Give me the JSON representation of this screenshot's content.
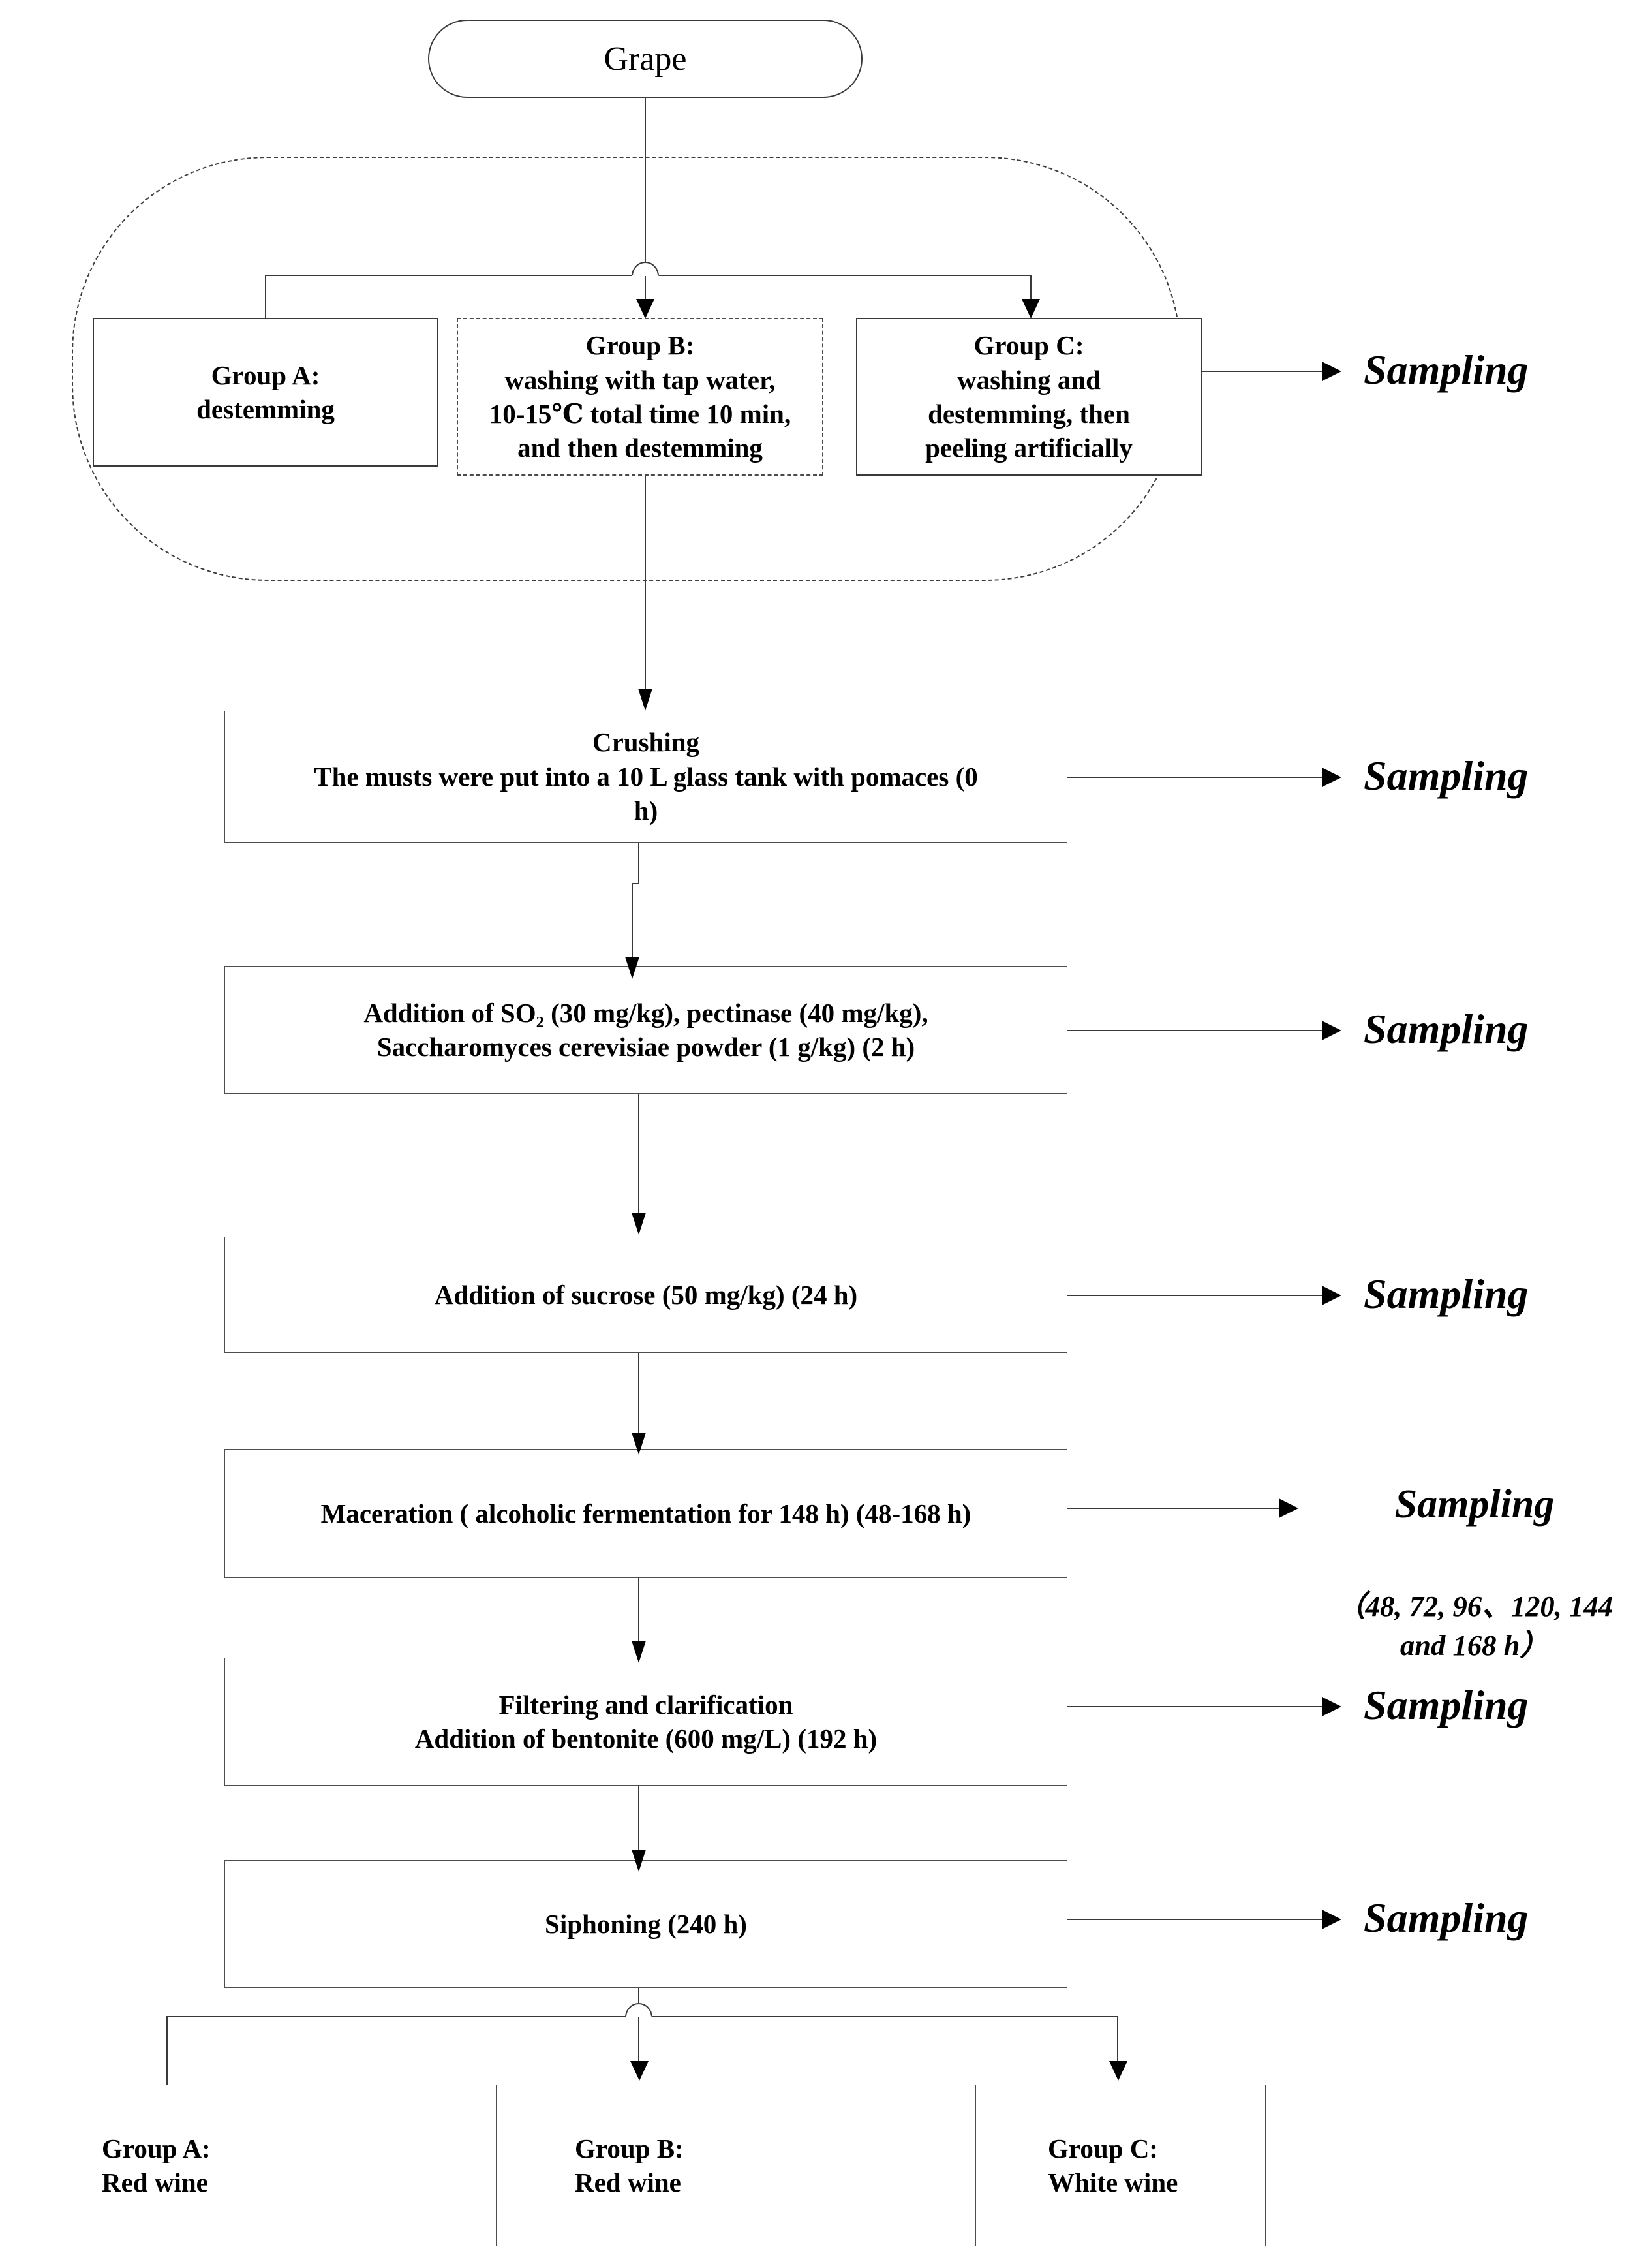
{
  "diagram": {
    "type": "flowchart",
    "title": "Grape wine-making process flow with sampling points",
    "start_node": {
      "label": "Grape",
      "shape": "stadium"
    },
    "pretreatment_group": {
      "region_style": "dashed-rounded",
      "branches": [
        {
          "id": "group-a-pretreatment",
          "label": "Group A:\ndestemming",
          "border": "solid"
        },
        {
          "id": "group-b-pretreatment",
          "label": "Group B:\nwashing with tap water,\n10-15℃ total time 10 min,\nand then destemming",
          "border": "dashed"
        },
        {
          "id": "group-c-pretreatment",
          "label": "Group C:\nwashing and\ndestemming, then\npeeling artificially",
          "border": "solid"
        }
      ]
    },
    "steps": [
      {
        "id": "crushing",
        "label": "Crushing\nThe musts were put into a 10 L glass tank with pomaces (0\nh)",
        "sampling": "Sampling"
      },
      {
        "id": "addition-so2",
        "label": "Addition of SO₂ (30 mg/kg),  pectinase (40 mg/kg),\nSaccharomyces cerevisiae powder (1 g/kg) (2 h)",
        "sampling": "Sampling"
      },
      {
        "id": "addition-sucrose",
        "label": "Addition of sucrose (50 mg/kg) (24 h)",
        "sampling": "Sampling"
      },
      {
        "id": "maceration",
        "label": "Maceration ( alcoholic fermentation for 148 h) (48-168 h)",
        "sampling": "Sampling",
        "sampling_detail": "（48, 72, 96、120, 144\nand 168 h）"
      },
      {
        "id": "filtering-clarification",
        "label": "Filtering and clarification\nAddition of  bentonite (600 mg/L) (192 h)",
        "sampling": "Sampling"
      },
      {
        "id": "siphoning",
        "label": "Siphoning (240 h)",
        "sampling": "Sampling"
      }
    ],
    "outputs": [
      {
        "id": "group-a-output",
        "label": "Group A:\nRed wine"
      },
      {
        "id": "group-b-output",
        "label": "Group B:\nRed wine"
      },
      {
        "id": "group-c-output",
        "label": "Group C:\nWhite wine"
      }
    ],
    "pretreatment_sampling": "Sampling",
    "colors": {
      "stroke": "#3a3a3a",
      "text": "#000000",
      "background": "#ffffff",
      "arrow": "#000000"
    }
  }
}
